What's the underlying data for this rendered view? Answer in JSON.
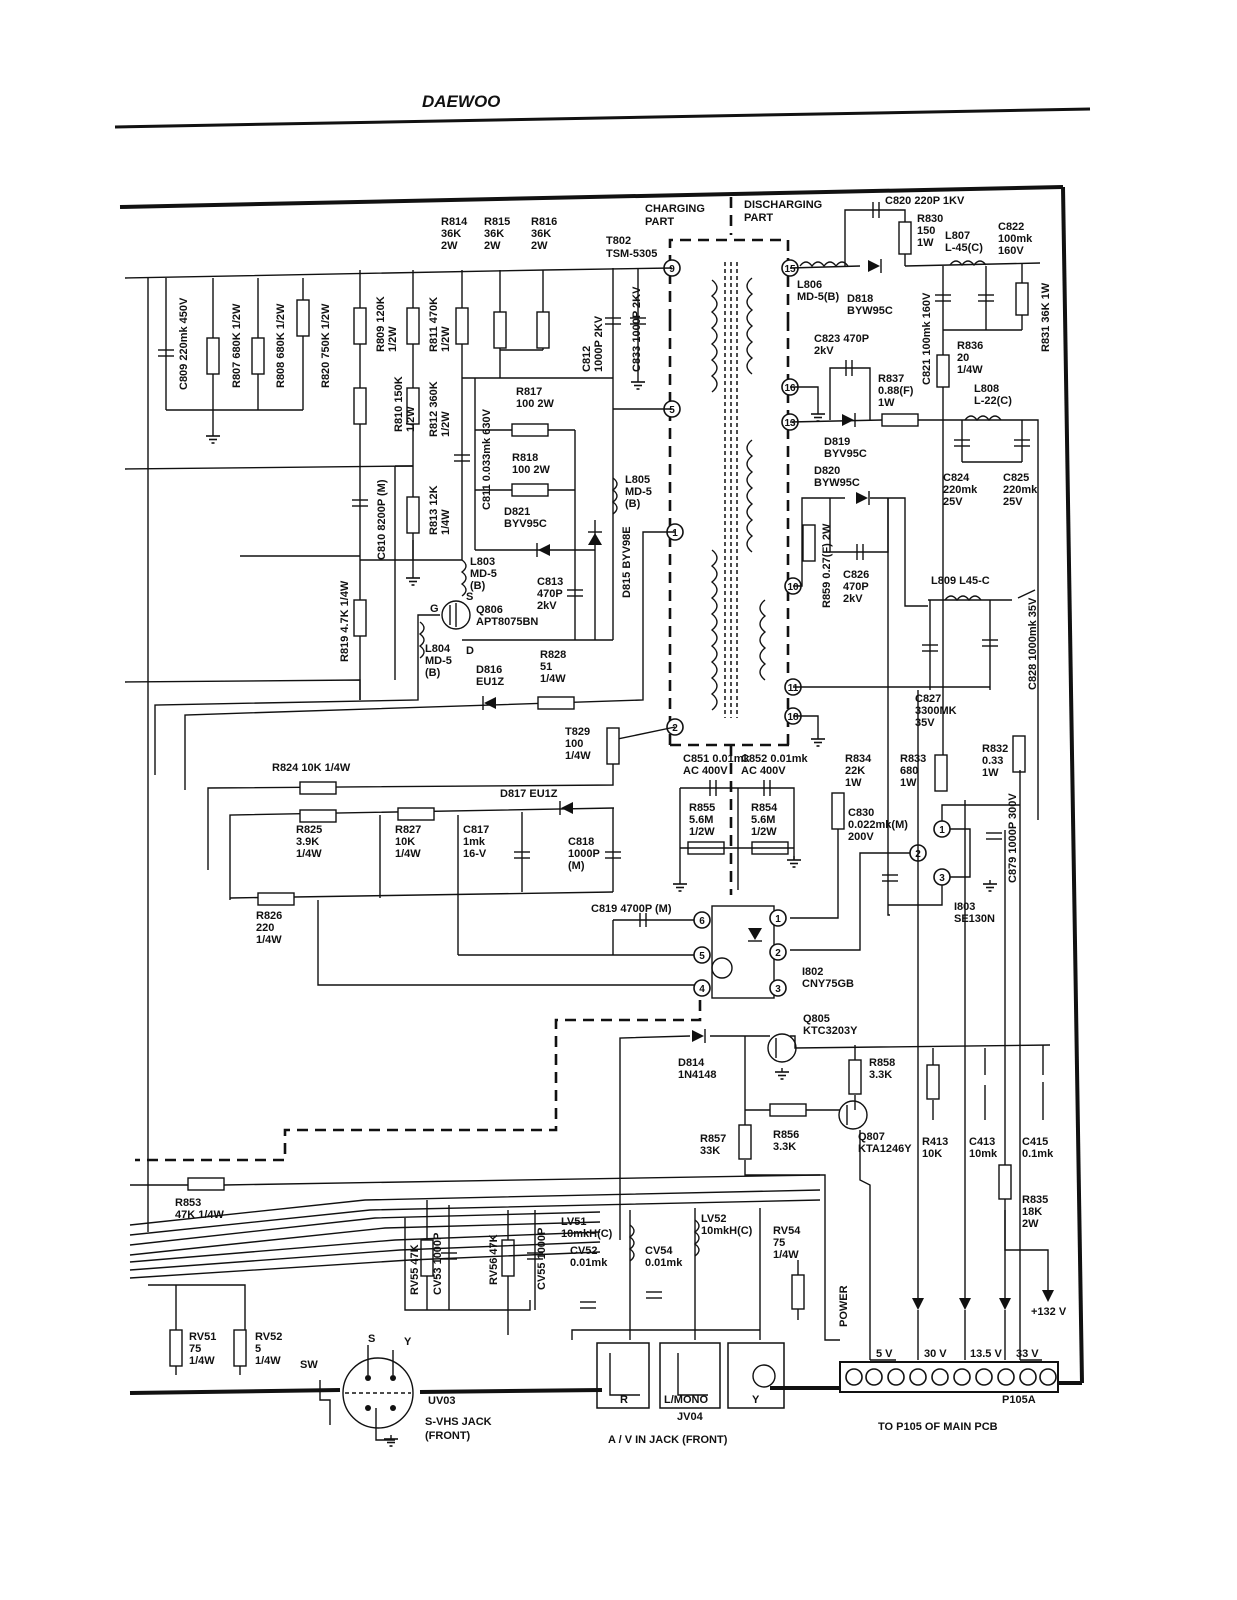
{
  "header": {
    "brand": "DAEWOO"
  },
  "section_labels": {
    "charging": [
      "CHARGING",
      "PART"
    ],
    "discharging": [
      "DISCHARGING",
      "PART"
    ]
  },
  "transformer": {
    "ref": "T802",
    "part": "TSM-5305",
    "pins": [
      "9",
      "5",
      "1",
      "2",
      "15",
      "16",
      "13",
      "10",
      "11",
      "18"
    ]
  },
  "components": [
    {
      "id": "R814",
      "lines": [
        "R814",
        "36K",
        "2W"
      ]
    },
    {
      "id": "R815",
      "lines": [
        "R815",
        "36K",
        "2W"
      ]
    },
    {
      "id": "R816",
      "lines": [
        "R816",
        "36K",
        "2W"
      ]
    },
    {
      "id": "C809",
      "lines": [
        "C809  220mk 450V"
      ]
    },
    {
      "id": "R807",
      "lines": [
        "R807 680K 1/2W"
      ]
    },
    {
      "id": "R808",
      "lines": [
        "R808 680K 1/2W"
      ]
    },
    {
      "id": "R820",
      "lines": [
        "R820 750K 1/2W"
      ]
    },
    {
      "id": "R809",
      "lines": [
        "R809 120K",
        "1/2W"
      ]
    },
    {
      "id": "R810",
      "lines": [
        "R810 150K",
        "1/2W"
      ]
    },
    {
      "id": "R811",
      "lines": [
        "R811 470K",
        "1/2W"
      ]
    },
    {
      "id": "R812",
      "lines": [
        "R812 360K",
        "1/2W"
      ]
    },
    {
      "id": "R813",
      "lines": [
        "R813 12K",
        "1/4W"
      ]
    },
    {
      "id": "C810",
      "lines": [
        "C810 8200P (M)"
      ]
    },
    {
      "id": "R819",
      "lines": [
        "R819 4.7K 1/4W"
      ]
    },
    {
      "id": "C811",
      "lines": [
        "C811 0.033mk 630V"
      ]
    },
    {
      "id": "R817",
      "lines": [
        "R817",
        "100  2W"
      ]
    },
    {
      "id": "R818",
      "lines": [
        "R818",
        "100  2W"
      ]
    },
    {
      "id": "D821",
      "lines": [
        "D821",
        "BYV95C"
      ]
    },
    {
      "id": "C812",
      "lines": [
        "C812",
        "1000P 2KV"
      ]
    },
    {
      "id": "C833",
      "lines": [
        "C833 1000P 2KV"
      ]
    },
    {
      "id": "L805",
      "lines": [
        "L805",
        "MD-5",
        "(B)"
      ]
    },
    {
      "id": "L803",
      "lines": [
        "L803",
        "MD-5",
        "(B)"
      ]
    },
    {
      "id": "C813",
      "lines": [
        "C813",
        "470P",
        "2kV"
      ]
    },
    {
      "id": "Q806",
      "lines": [
        "Q806",
        "APT8075BN"
      ]
    },
    {
      "id": "D815",
      "lines": [
        "D815 BYV98E"
      ]
    },
    {
      "id": "L804",
      "lines": [
        "L804",
        "MD-5",
        "(B)"
      ]
    },
    {
      "id": "D816",
      "lines": [
        "D816",
        "EU1Z"
      ]
    },
    {
      "id": "R828",
      "lines": [
        "R828",
        "51",
        "1/4W"
      ]
    },
    {
      "id": "T829",
      "lines": [
        "T829",
        "100",
        "1/4W"
      ]
    },
    {
      "id": "R824",
      "lines": [
        "R824 10K 1/4W"
      ]
    },
    {
      "id": "D817",
      "lines": [
        "D817  EU1Z"
      ]
    },
    {
      "id": "R825",
      "lines": [
        "R825",
        "3.9K",
        "1/4W"
      ]
    },
    {
      "id": "R827",
      "lines": [
        "R827",
        "10K",
        "1/4W"
      ]
    },
    {
      "id": "C817",
      "lines": [
        "C817",
        "1mk",
        "16-V"
      ]
    },
    {
      "id": "C818",
      "lines": [
        "C818",
        "1000P",
        "(M)"
      ]
    },
    {
      "id": "R826",
      "lines": [
        "R826",
        "220",
        "1/4W"
      ]
    },
    {
      "id": "C819",
      "lines": [
        "C819 4700P (M)"
      ]
    },
    {
      "id": "C820",
      "lines": [
        "C820 220P 1KV"
      ]
    },
    {
      "id": "R830",
      "lines": [
        "R830",
        "150",
        "1W"
      ]
    },
    {
      "id": "L807",
      "lines": [
        "L807",
        "L-45(C)"
      ]
    },
    {
      "id": "C822",
      "lines": [
        "C822",
        "100mk",
        "160V"
      ]
    },
    {
      "id": "L806",
      "lines": [
        "L806",
        "MD-5(B)"
      ]
    },
    {
      "id": "D818",
      "lines": [
        "D818",
        "BYW95C"
      ]
    },
    {
      "id": "C821",
      "lines": [
        "C821 100mk 160V"
      ]
    },
    {
      "id": "R831",
      "lines": [
        "R831 36K 1W"
      ]
    },
    {
      "id": "C823",
      "lines": [
        "C823 470P",
        "2kV"
      ]
    },
    {
      "id": "R837",
      "lines": [
        "R837",
        "0.88(F)",
        "1W"
      ]
    },
    {
      "id": "R836",
      "lines": [
        "R836",
        "20",
        "1/4W"
      ]
    },
    {
      "id": "L808",
      "lines": [
        "L808",
        "L-22(C)"
      ]
    },
    {
      "id": "D819",
      "lines": [
        "D819",
        "BYV95C"
      ]
    },
    {
      "id": "D820",
      "lines": [
        "D820",
        "BYW95C"
      ]
    },
    {
      "id": "C824",
      "lines": [
        "C824",
        "220mk",
        "25V"
      ]
    },
    {
      "id": "C825",
      "lines": [
        "C825",
        "220mk",
        "25V"
      ]
    },
    {
      "id": "R859",
      "lines": [
        "R859 0.27(F) 2W"
      ]
    },
    {
      "id": "C826",
      "lines": [
        "C826",
        "470P",
        "2kV"
      ]
    },
    {
      "id": "L809",
      "lines": [
        "L809 L45-C"
      ]
    },
    {
      "id": "C828",
      "lines": [
        "C828 1000mk 35V"
      ]
    },
    {
      "id": "C827",
      "lines": [
        "C827",
        "3300MK",
        "35V"
      ]
    },
    {
      "id": "C851",
      "lines": [
        "C851  0.01mk",
        "AC 400V"
      ]
    },
    {
      "id": "C852",
      "lines": [
        "C852  0.01mk",
        "AC 400V"
      ]
    },
    {
      "id": "R855",
      "lines": [
        "R855",
        "5.6M",
        "1/2W"
      ]
    },
    {
      "id": "R854",
      "lines": [
        "R854",
        "5.6M",
        "1/2W"
      ]
    },
    {
      "id": "R834",
      "lines": [
        "R834",
        "22K",
        "1W"
      ]
    },
    {
      "id": "R833",
      "lines": [
        "R833",
        "680",
        "1W"
      ]
    },
    {
      "id": "R832",
      "lines": [
        "R832",
        "0.33",
        "1W"
      ]
    },
    {
      "id": "C830",
      "lines": [
        "C830",
        "0.022mk(M)",
        "200V"
      ]
    },
    {
      "id": "C879",
      "lines": [
        "C879 1000P 300V"
      ]
    },
    {
      "id": "I803",
      "lines": [
        "I803",
        "SE130N"
      ]
    },
    {
      "id": "I802",
      "lines": [
        "I802",
        "CNY75GB"
      ]
    },
    {
      "id": "Q805",
      "lines": [
        "Q805",
        "KTC3203Y"
      ]
    },
    {
      "id": "D814",
      "lines": [
        "D814",
        "1N4148"
      ]
    },
    {
      "id": "R858",
      "lines": [
        "R858",
        "3.3K"
      ]
    },
    {
      "id": "R856",
      "lines": [
        "R856",
        "3.3K"
      ]
    },
    {
      "id": "R857",
      "lines": [
        "R857",
        "33K"
      ]
    },
    {
      "id": "Q807",
      "lines": [
        "Q807",
        "KTA1246Y"
      ]
    },
    {
      "id": "R413",
      "lines": [
        "R413",
        "10K"
      ]
    },
    {
      "id": "C413",
      "lines": [
        "C413",
        "10mk"
      ]
    },
    {
      "id": "C415",
      "lines": [
        "C415",
        "0.1mk"
      ]
    },
    {
      "id": "R835",
      "lines": [
        "R835",
        "18K",
        "2W"
      ]
    },
    {
      "id": "R853",
      "lines": [
        "R853",
        "47K 1/4W"
      ]
    },
    {
      "id": "RV55",
      "lines": [
        "RV55 47K"
      ]
    },
    {
      "id": "CV53",
      "lines": [
        "CV53 1000P"
      ]
    },
    {
      "id": "RV56",
      "lines": [
        "RV56 47K"
      ]
    },
    {
      "id": "CV55",
      "lines": [
        "CV55 1000P"
      ]
    },
    {
      "id": "LV51",
      "lines": [
        "LV51",
        "10mkH(C)"
      ]
    },
    {
      "id": "LV52",
      "lines": [
        "LV52",
        "10mkH(C)"
      ]
    },
    {
      "id": "CV52",
      "lines": [
        "CV52",
        "0.01mk"
      ]
    },
    {
      "id": "CV54",
      "lines": [
        "CV54",
        "0.01mk"
      ]
    },
    {
      "id": "RV54",
      "lines": [
        "RV54",
        "75",
        "1/4W"
      ]
    },
    {
      "id": "RV51",
      "lines": [
        "RV51",
        "75",
        "1/4W"
      ]
    },
    {
      "id": "RV52",
      "lines": [
        "RV52",
        "5",
        "1/4W"
      ]
    }
  ],
  "connector": {
    "ref": "P105A",
    "caption": "TO P105 OF MAIN PCB",
    "voltages": [
      "5 V",
      "30 V",
      "13.5 V",
      "33 V"
    ],
    "plus132": "+132 V",
    "power_label": "POWER"
  },
  "jacks": {
    "svhs": {
      "ref": "UV03",
      "lines": [
        "S-VHS JACK",
        "(FRONT)"
      ],
      "pins": [
        "S",
        "Y"
      ],
      "switch": "SW"
    },
    "av": {
      "ref": "JV04",
      "caption": "A / V  IN JACK  (FRONT)",
      "ports": [
        "R",
        "L/MONO",
        "Y"
      ]
    }
  }
}
